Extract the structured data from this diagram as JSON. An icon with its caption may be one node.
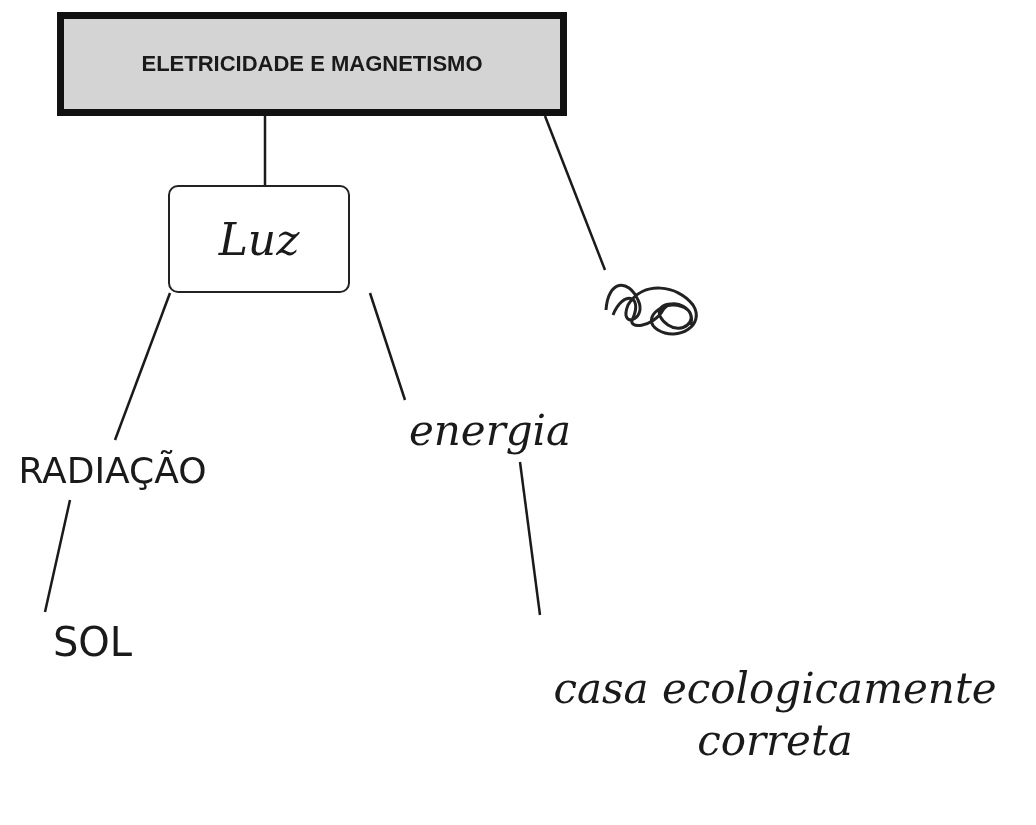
{
  "diagram": {
    "nodes": [
      {
        "text": [
          "ELETRICIDADE E MAGNETISMO"
        ]
      },
      {
        "text": [
          "Luz"
        ]
      },
      {
        "text": [],
        "shape": "picture"
      },
      {
        "text": [
          "RADIAÇÃO"
        ]
      },
      {
        "text": [
          "energia"
        ]
      },
      {
        "text": [
          "SOL"
        ]
      },
      {
        "text": [
          "casa ecologicamente correta"
        ]
      }
    ],
    "edges": [
      {
        "from": 0,
        "to": 1,
        "arrow": "none"
      },
      {
        "from": 0,
        "to": 2,
        "arrow": "none"
      },
      {
        "from": 1,
        "to": 3,
        "arrow": "none"
      },
      {
        "from": 1,
        "to": 4,
        "arrow": "none"
      },
      {
        "from": 3,
        "to": 5,
        "arrow": "none"
      },
      {
        "from": 4,
        "to": 6,
        "arrow": "none"
      }
    ]
  }
}
